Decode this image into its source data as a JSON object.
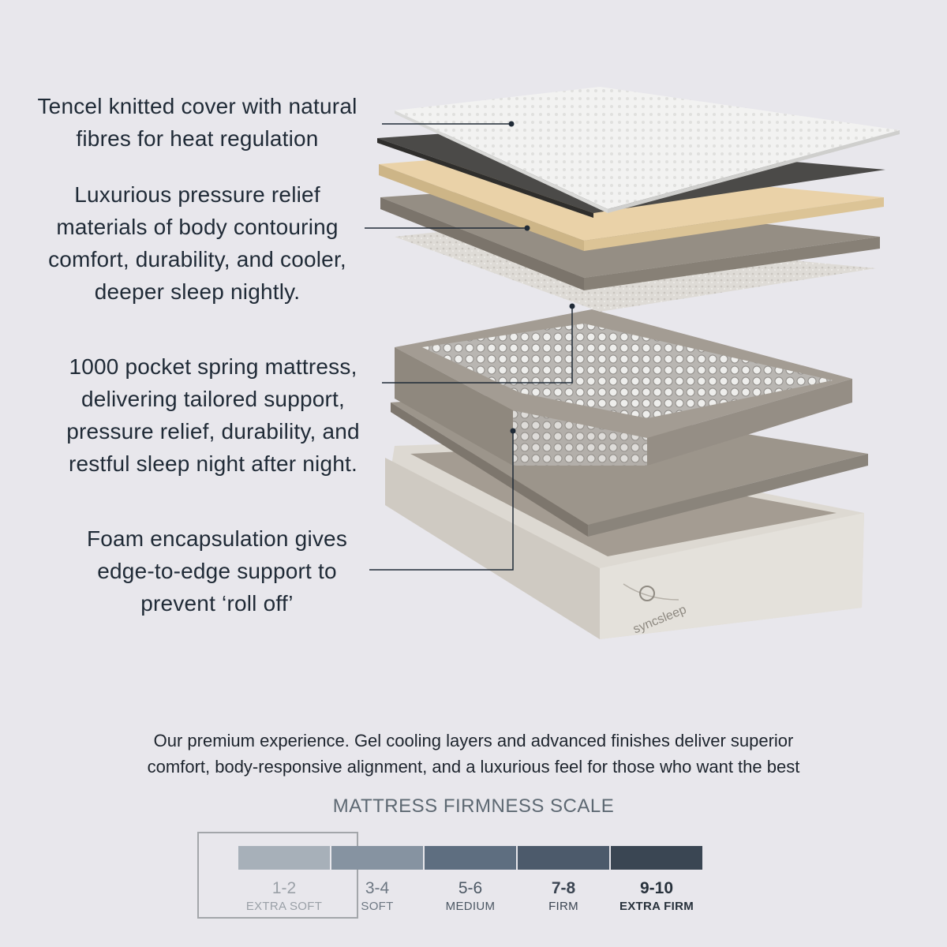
{
  "callouts": [
    {
      "lines": [
        "Tencel knitted cover with natural",
        "fibres for heat regulation"
      ]
    },
    {
      "lines": [
        "Luxurious pressure relief",
        "materials of body contouring",
        "comfort, durability, and cooler,",
        "deeper sleep nightly."
      ]
    },
    {
      "lines": [
        "1000 pocket spring mattress,",
        "delivering tailored support,",
        "pressure relief, durability, and",
        "restful sleep night after night."
      ]
    },
    {
      "lines": [
        "Foam encapsulation gives",
        "edge-to-edge support to",
        "prevent ‘roll off’"
      ]
    }
  ],
  "brand_logo": "syncsleep",
  "description": {
    "lines": [
      "Our premium experience. Gel cooling layers and advanced finishes deliver superior",
      "comfort, body-responsive alignment, and a luxurious feel for those who want the best"
    ]
  },
  "firmness_scale": {
    "title": "MATTRESS FIRMNESS SCALE",
    "levels": [
      {
        "range": "1-2",
        "label": "EXTRA SOFT",
        "color": "#a7b0b9",
        "text_color": "#9aa0a7"
      },
      {
        "range": "3-4",
        "label": "SOFT",
        "color": "#8693a1",
        "text_color": "#6d7782"
      },
      {
        "range": "5-6",
        "label": "MEDIUM",
        "color": "#5e6e80",
        "text_color": "#4c5864"
      },
      {
        "range": "7-8",
        "label": "FIRM",
        "color": "#4c5a6b",
        "text_color": "#3b4552"
      },
      {
        "range": "9-10",
        "label": "EXTRA FIRM",
        "color": "#3a4653",
        "text_color": "#27313b"
      }
    ],
    "highlighted_range": [
      "5-6",
      "7-8"
    ]
  }
}
